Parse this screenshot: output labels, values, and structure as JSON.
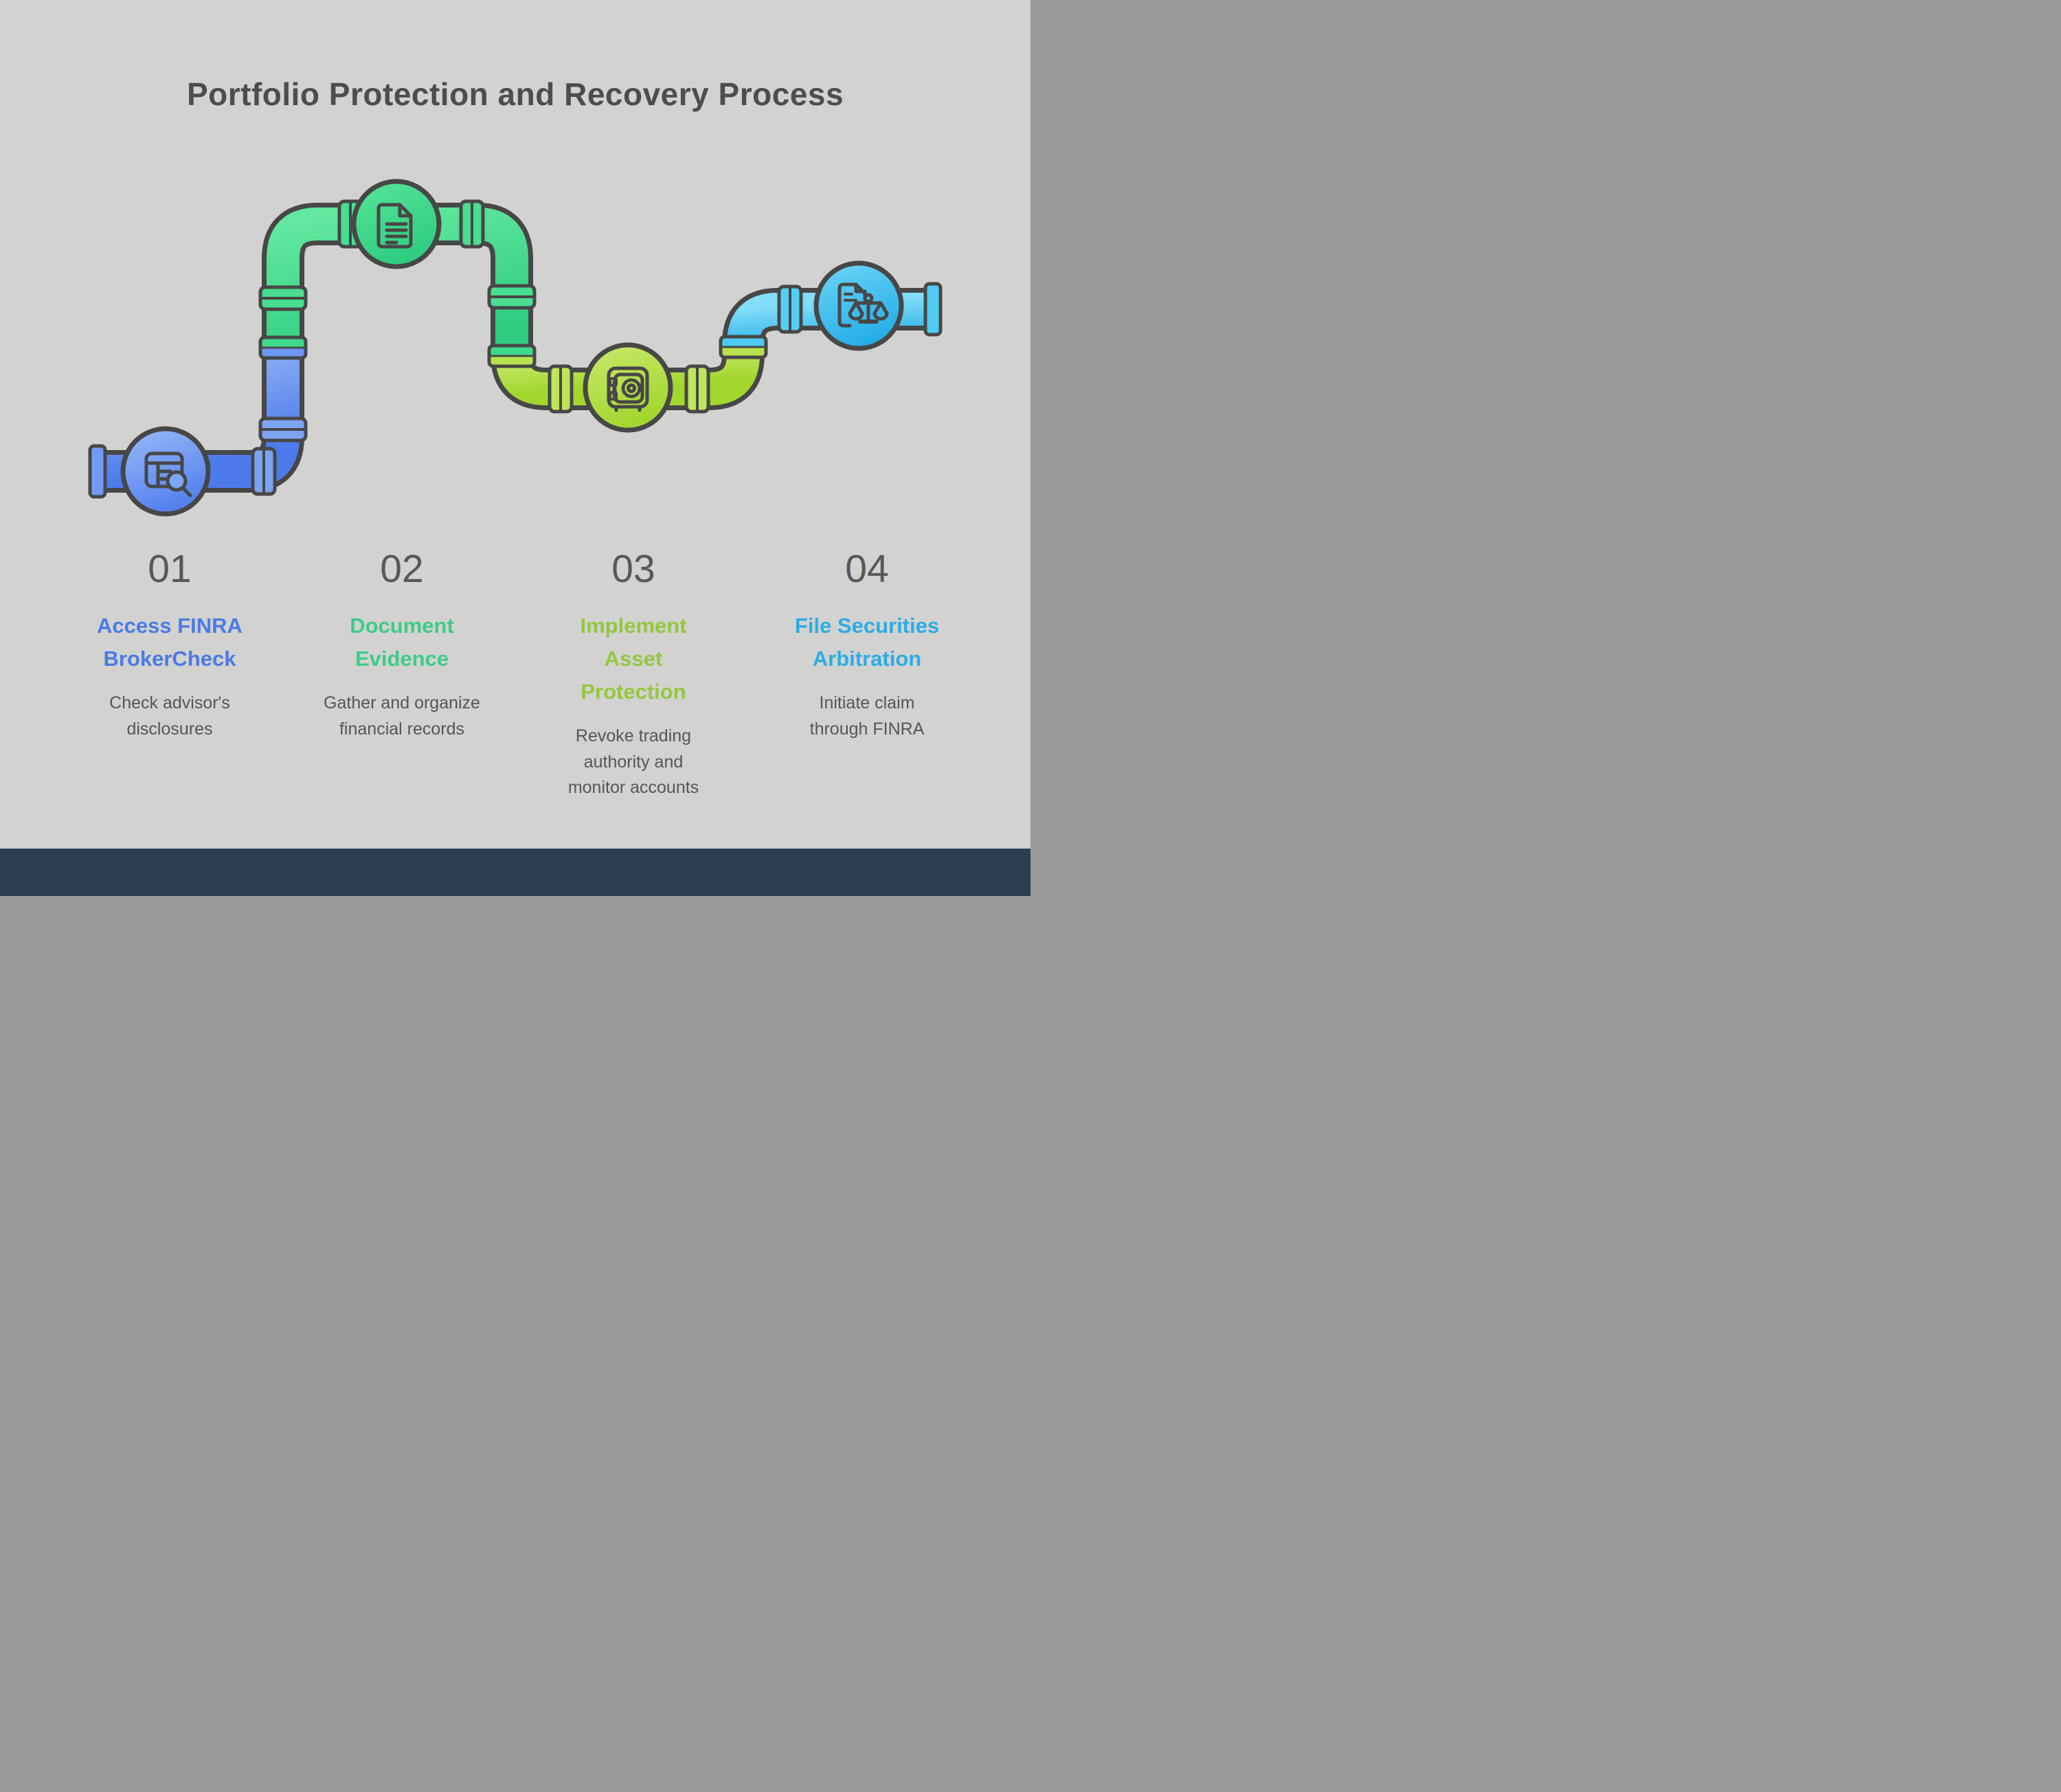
{
  "title": "Portfolio Protection and Recovery Process",
  "steps": [
    {
      "number": "01",
      "heading": "Access FINRA\nBrokerCheck",
      "description": "Check advisor's\ndisclosures",
      "accent_color": "#4a7be4",
      "icon": "table-search-icon",
      "pipe_color": "#4d7beb"
    },
    {
      "number": "02",
      "heading": "Document\nEvidence",
      "description": "Gather and organize\nfinancial records",
      "accent_color": "#3ecb87",
      "icon": "document-icon",
      "pipe_color": "#2fcd81"
    },
    {
      "number": "03",
      "heading": "Implement\nAsset\nProtection",
      "description": "Revoke trading\nauthority and\nmonitor accounts",
      "accent_color": "#93c83e",
      "icon": "safe-icon",
      "pipe_color": "#a2d72e"
    },
    {
      "number": "04",
      "heading": "File Securities\nArbitration",
      "description": "Initiate claim\nthrough FINRA",
      "accent_color": "#2cace4",
      "icon": "legal-scales-icon",
      "pipe_color": "#25aee7"
    }
  ],
  "colors": {
    "background": "#d2d2d0",
    "outline": "#474747",
    "number_text": "#56585b",
    "description_text": "#54565a",
    "title_text": "#4b4d50",
    "footer_bar": "#2d3e50"
  }
}
